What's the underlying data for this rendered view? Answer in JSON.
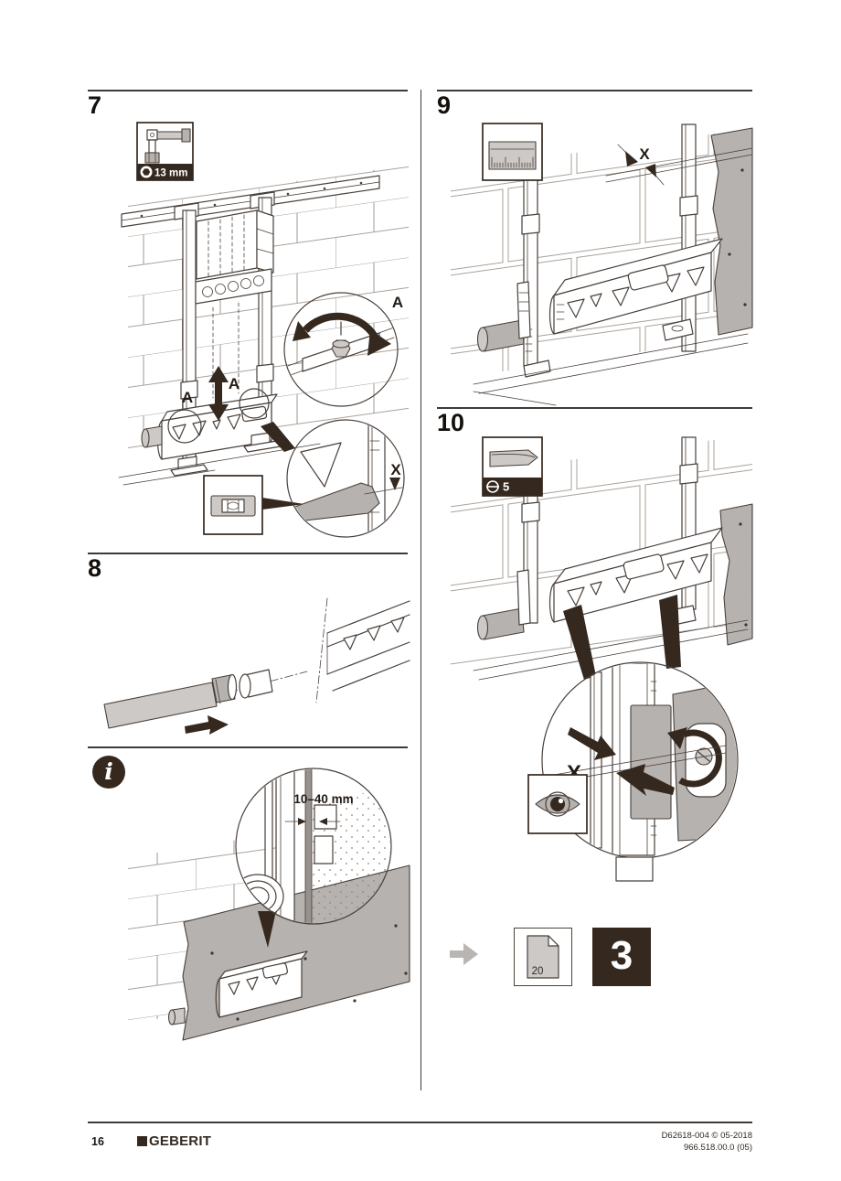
{
  "theme": {
    "ink": "#49403a",
    "dark": "#35291f",
    "panel_gray": "#b6b2af",
    "light_gray": "#cdc9c6",
    "brick_line": "#a9a19a",
    "arrow_gray": "#b9b5b2"
  },
  "steps": {
    "step7": {
      "number": "7",
      "tool": {
        "icon": "socket-wrench-icon",
        "socket_label": "13 mm"
      },
      "labels": {
        "a_arrow_left": "A",
        "a_arrow_right": "A",
        "a_detail": "A",
        "x": "X"
      }
    },
    "step8": {
      "number": "8"
    },
    "step9": {
      "number": "9",
      "tool": {
        "icon": "ruler-icon"
      },
      "labels": {
        "x": "X"
      }
    },
    "step10": {
      "number": "10",
      "tool": {
        "icon": "flathead-screwdriver-icon",
        "size_label": "5"
      },
      "labels": {
        "x": "X"
      }
    }
  },
  "info": {
    "icon_glyph": "i",
    "measurement": "10–40 mm"
  },
  "next_reference": {
    "page_ref": "20",
    "step_ref": "3"
  },
  "footer": {
    "page_number": "16",
    "brand": "GEBERIT",
    "doc_code": "D62618-004 © 05-2018",
    "article_code": "966.518.00.0 (05)"
  }
}
